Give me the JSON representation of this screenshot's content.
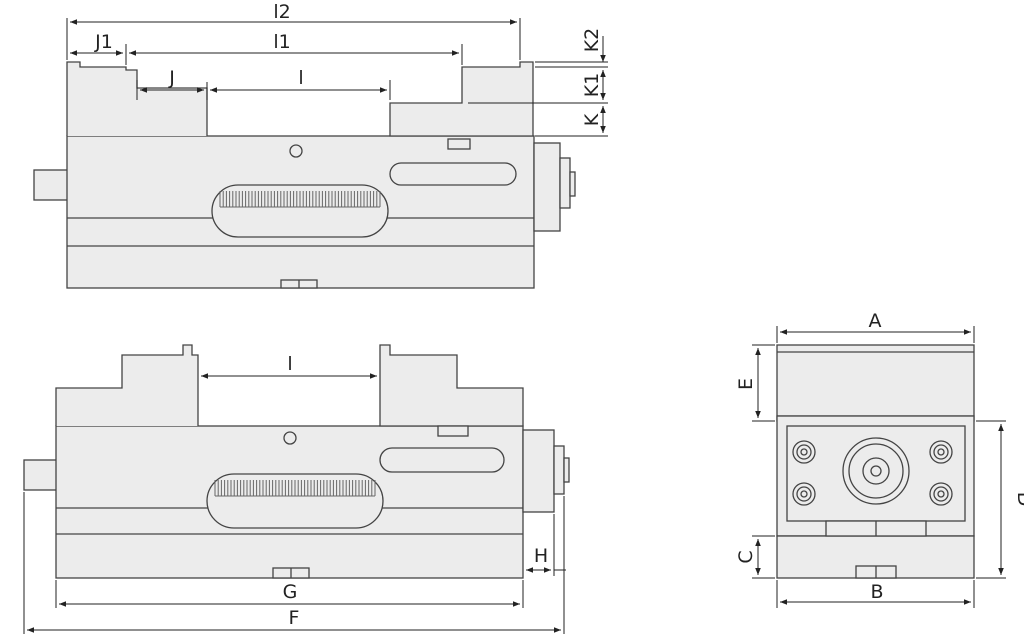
{
  "labels": {
    "l2": "l2",
    "l1": "l1",
    "l": "l",
    "j1": "J1",
    "j": "J",
    "k2": "K2",
    "k1": "K1",
    "k": "K",
    "l_front": "l",
    "h": "H",
    "g": "G",
    "f": "F",
    "a": "A",
    "b": "B",
    "c": "C",
    "d": "D",
    "e": "E"
  },
  "colors": {
    "body": "#ececec",
    "line": "#444444",
    "dim": "#222222",
    "knurl": "#777777"
  }
}
